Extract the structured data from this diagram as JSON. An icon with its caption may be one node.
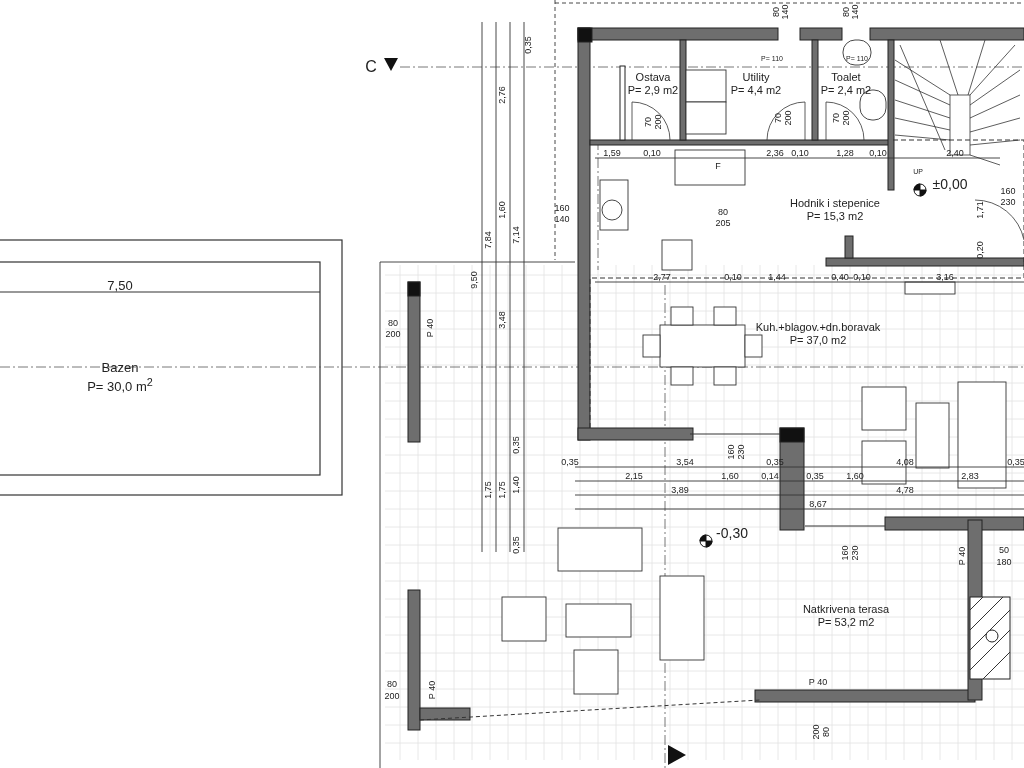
{
  "diagram": {
    "nodes": [
      {
        "text": [
          "Ostava",
          "P= 2,9 m2"
        ]
      },
      {
        "text": [
          "Utility",
          "P= 4,4 m2"
        ]
      },
      {
        "text": [
          "Toalet",
          "P= 2,4 m2"
        ]
      },
      {
        "text": [
          "Hodnik i stepenice",
          "P= 15,3 m2"
        ]
      },
      {
        "text": [
          "Bazen",
          "P= 30,0 m$^{2}$"
        ]
      },
      {
        "text": [
          "Kuh.+blagov.+dn.boravak",
          "P= 37,0 m2"
        ]
      },
      {
        "text": [
          "Natkrivena terasa",
          "P= 53,2 m2"
        ]
      }
    ],
    "edges": [],
    "labels": [
      "80",
      "140",
      "80",
      "140",
      "C",
      "P= 110",
      "P= 110",
      "0,35",
      "2,76",
      "1,60",
      "7,84",
      "7,14",
      "9,50",
      "3,48",
      "0,35",
      "1,75",
      "1,75",
      "1,40",
      "0,35",
      "70",
      "200",
      "70",
      "200",
      "70",
      "200",
      "1,59",
      "0,10",
      "2,36",
      "0,10",
      "1,28",
      "0,10",
      "2,40",
      "F",
      "160",
      "140",
      "80",
      "205",
      "UP",
      "±0,00",
      "160",
      "230",
      "1,71",
      "0,20",
      "2,77",
      "0,10",
      "1,44",
      "0,40",
      "0,10",
      "3,16",
      "80",
      "200",
      "P 40",
      "0,35",
      "3,54",
      "0,35",
      "4,08",
      "0,35",
      "2,15",
      "1,60",
      "0,14",
      "0,35",
      "1,60",
      "2,83",
      "3,89",
      "4,78",
      "8,67",
      "160",
      "230",
      "-0,30",
      "160",
      "230",
      "P 40",
      "50",
      "180",
      "80",
      "200",
      "P 40",
      "P 40",
      "200",
      "80",
      "7,50"
    ]
  }
}
